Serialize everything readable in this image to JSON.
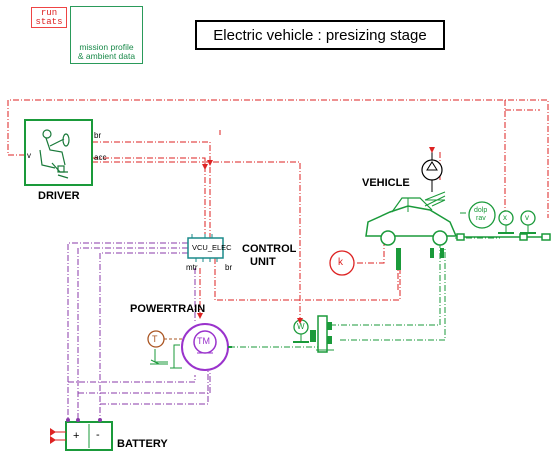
{
  "title": "Electric vehicle : presizing stage",
  "run_button": {
    "line1": "run",
    "line2": "stats"
  },
  "mission_block": {
    "line1": "mission profile",
    "line2": "& ambient data"
  },
  "labels": {
    "driver": "DRIVER",
    "vehicle": "VEHICLE",
    "control_unit_1": "CONTROL",
    "control_unit_2": "UNIT",
    "powertrain": "POWERTRAIN",
    "battery": "BATTERY"
  },
  "ports": {
    "driver_v": "v",
    "driver_br": "br",
    "driver_acc": "acc",
    "vcu_name": "VCU_ELEC",
    "vcu_mtr": "mtr",
    "vcu_br": "br",
    "motor": "TM",
    "temp_source": "T",
    "constant": "k",
    "wheel_sensor": "W",
    "speed_sensor_x": "x",
    "speed_sensor_v": "v",
    "drive_cycle_1": "dolp",
    "drive_cycle_2": "rav",
    "battery_plus": "+",
    "battery_minus": "-"
  },
  "colors": {
    "signal_red": "#dd2222",
    "mechanical_green": "#1a9a3a",
    "electric_purple": "#8a3aa8",
    "motor_purple": "#9a33cc",
    "mission_green": "#2a9a5a"
  }
}
